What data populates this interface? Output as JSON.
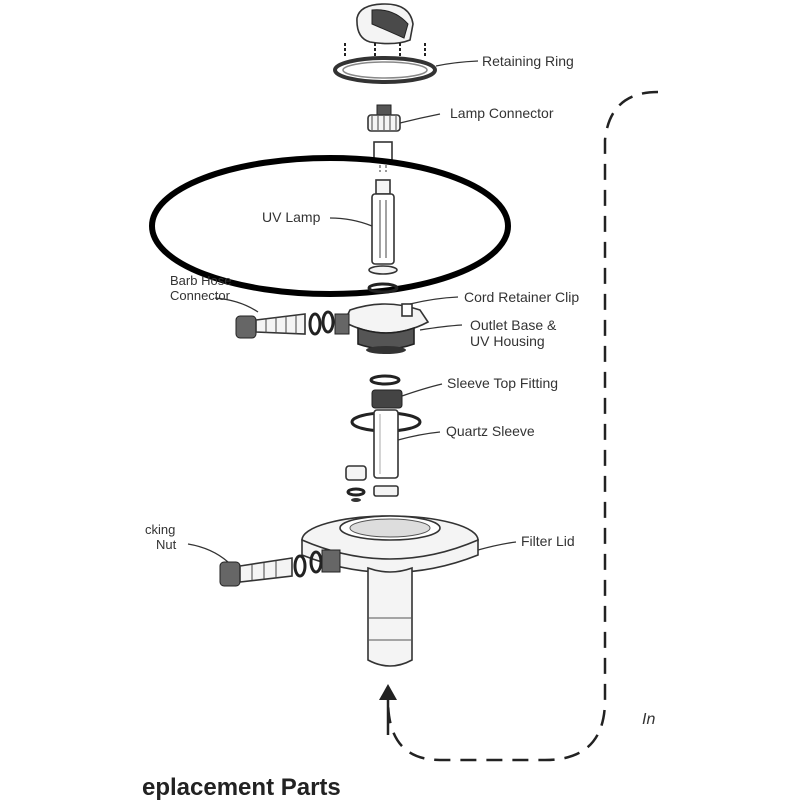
{
  "labels": {
    "retaining_ring": "Retaining Ring",
    "lamp_connector": "Lamp Connector",
    "uv_lamp": "UV Lamp",
    "barb_hose_line1": "Barb Hose",
    "barb_hose_line2": "Connector",
    "cord_retainer_clip": "Cord Retainer Clip",
    "outlet_base_line1": "Outlet Base &",
    "outlet_base_line2": "UV Housing",
    "sleeve_top_fitting": "Sleeve Top Fitting",
    "quartz_sleeve": "Quartz Sleeve",
    "locking_nut_line1": "cking",
    "locking_nut_line2": "Nut",
    "filter_lid": "Filter Lid",
    "side_text": "In"
  },
  "section_heading": "eplacement Parts",
  "highlight_color": "#000000",
  "icons": [
    "up-arrow-icon",
    "dashed-flow-loop"
  ]
}
